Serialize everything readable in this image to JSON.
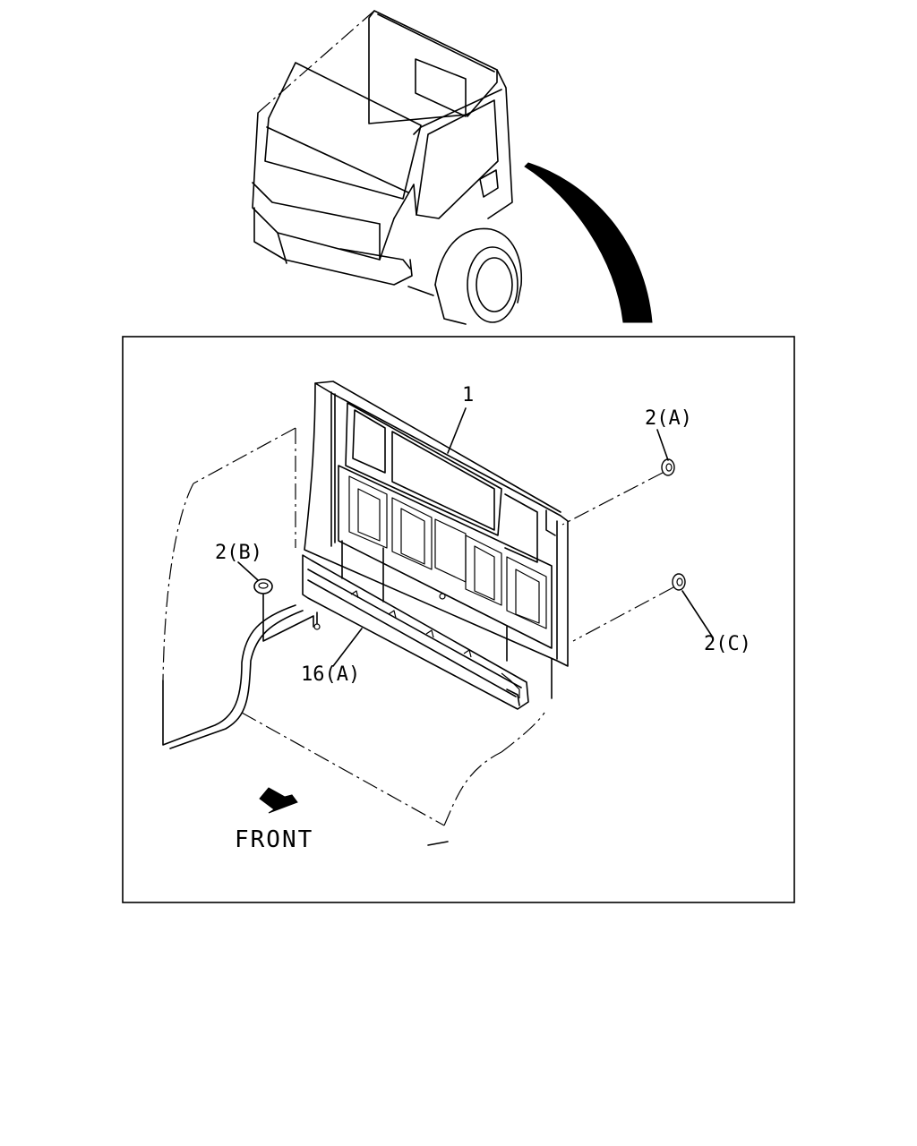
{
  "labels": {
    "part_1": "1",
    "part_2a": "2(A)",
    "part_2b": "2(B)",
    "part_2c": "2(C)",
    "part_16a": "16(A)",
    "front": "FRONT"
  },
  "icons": {
    "truck": "truck-cab-overview-icon",
    "curved_arrow": "curved-callout-arrow-icon",
    "front_arrow": "front-direction-arrow-icon"
  }
}
